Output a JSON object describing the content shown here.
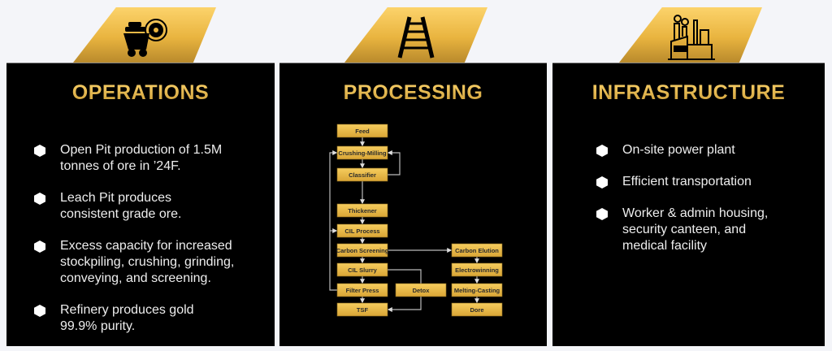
{
  "panels": [
    {
      "title": "OPERATIONS",
      "icon": "mine-cart-gear-icon",
      "items": [
        "Open Pit production of 1.5M tonnes of ore in ’24F.",
        "Leach Pit produces consistent grade ore.",
        "Excess capacity for increased stockpiling, crushing, grinding, conveying, and screening.",
        "Refinery produces gold 99.9% purity."
      ]
    },
    {
      "title": "PROCESSING",
      "icon": "railway-track-icon"
    },
    {
      "title": "INFRASTRUCTURE",
      "icon": "factory-icon",
      "items": [
        "On-site power plant",
        "Efficient transportation",
        "Worker & admin housing, security canteen, and medical facility"
      ]
    }
  ],
  "flowchart": {
    "steps": [
      "Feed",
      "Crushing-Milling",
      "Classifier",
      "Thickener",
      "CIL Process",
      "Carbon Screening",
      "CIL Slurry",
      "Filter Press",
      "TSF",
      "Detox",
      "Carbon Elution",
      "Electrowinning",
      "Melting-Casting",
      "Dore"
    ]
  },
  "colors": {
    "gold": "#e9b43f",
    "panel": "#000000"
  }
}
